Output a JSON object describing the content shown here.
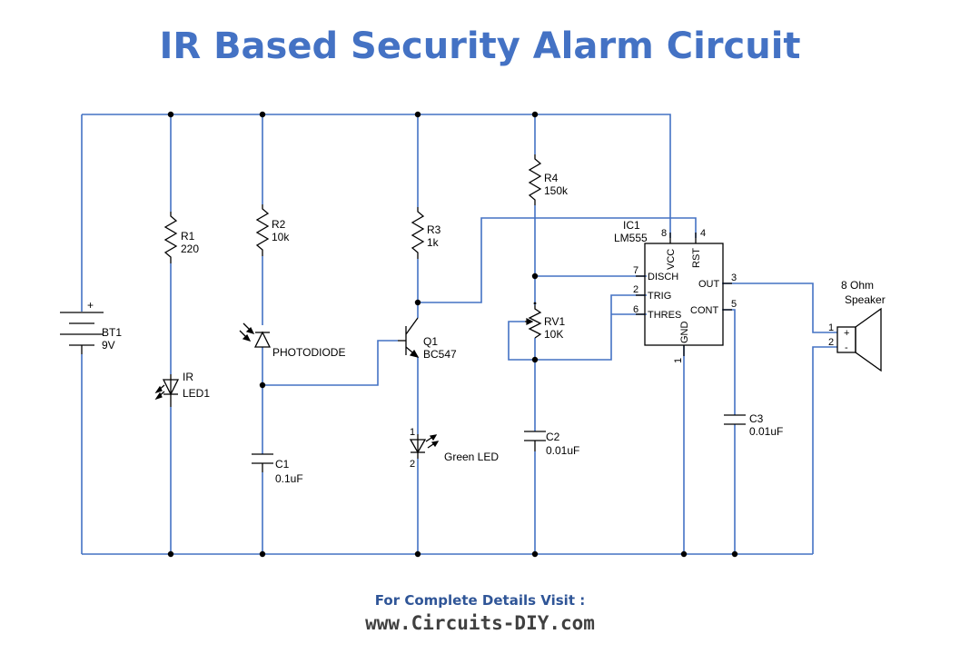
{
  "title": "IR Based Security Alarm Circuit",
  "footer": {
    "visit_text": "For Complete Details Visit :",
    "url": "www.Circuits-DIY.com"
  },
  "components": {
    "battery": {
      "ref": "BT1",
      "value": "9V",
      "plus": "+"
    },
    "r1": {
      "ref": "R1",
      "value": "220"
    },
    "ir_led": {
      "ref": "IR",
      "value": "LED1"
    },
    "r2": {
      "ref": "R2",
      "value": "10k"
    },
    "photodiode": {
      "ref": "PHOTODIODE"
    },
    "c1": {
      "ref": "C1",
      "value": "0.1uF"
    },
    "r3": {
      "ref": "R3",
      "value": "1k"
    },
    "q1": {
      "ref": "Q1",
      "value": "BC547"
    },
    "green_led": {
      "label": "Green LED",
      "pin1": "1",
      "pin2": "2"
    },
    "r4": {
      "ref": "R4",
      "value": "150k"
    },
    "rv1": {
      "ref": "RV1",
      "value": "10K"
    },
    "c2": {
      "ref": "C2",
      "value": "0.01uF"
    },
    "ic1": {
      "ref": "IC1",
      "value": "LM555",
      "pins": {
        "vcc": "VCC",
        "rst": "RST",
        "disch": "DISCH",
        "trig": "TRIG",
        "thres": "THRES",
        "gnd": "GND",
        "out": "OUT",
        "cont": "CONT"
      },
      "pin_numbers": {
        "vcc": "8",
        "rst": "4",
        "disch": "7",
        "trig": "2",
        "thres": "6",
        "gnd": "1",
        "out": "3",
        "cont": "5"
      }
    },
    "c3": {
      "ref": "C3",
      "value": "0.01uF"
    },
    "speaker": {
      "line1": "8 Ohm",
      "line2": "Speaker",
      "pin1": "1",
      "pin2": "2",
      "plus": "+",
      "minus": "-"
    }
  }
}
